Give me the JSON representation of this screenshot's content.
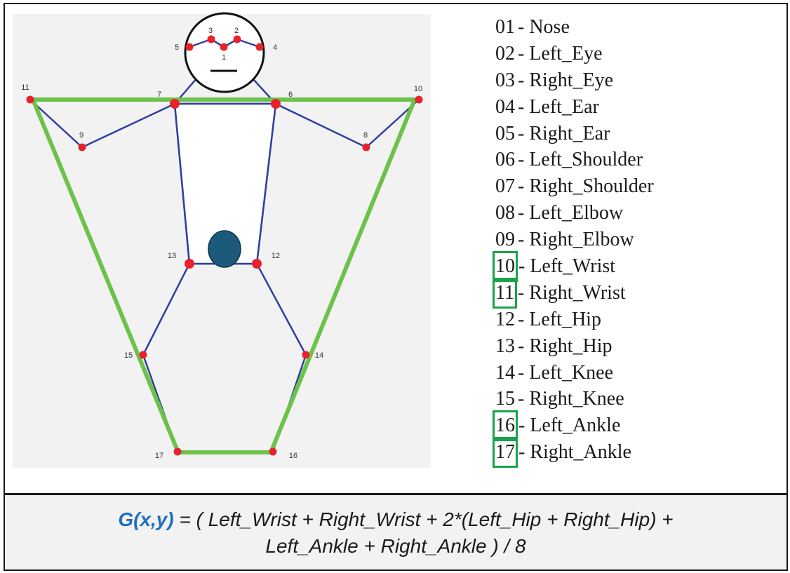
{
  "diagram": {
    "keypoints": [
      {
        "id": "1"
      },
      {
        "id": "2"
      },
      {
        "id": "3"
      },
      {
        "id": "4"
      },
      {
        "id": "5"
      },
      {
        "id": "6"
      },
      {
        "id": "7"
      },
      {
        "id": "8"
      },
      {
        "id": "9"
      },
      {
        "id": "10"
      },
      {
        "id": "11"
      },
      {
        "id": "12"
      },
      {
        "id": "13"
      },
      {
        "id": "14"
      },
      {
        "id": "15"
      },
      {
        "id": "16"
      },
      {
        "id": "17"
      }
    ],
    "colors": {
      "bone": "#2f3f9e",
      "keypoint": "#e8222a",
      "polygon": "#6cc24a",
      "centroid": "#1b5a7a",
      "highlight": "#1aa34a"
    }
  },
  "legend": {
    "items": [
      {
        "num": "01",
        "label": "- Nose",
        "highlighted": false
      },
      {
        "num": "02",
        "label": "- Left_Eye",
        "highlighted": false
      },
      {
        "num": "03",
        "label": "- Right_Eye",
        "highlighted": false
      },
      {
        "num": "04",
        "label": "- Left_Ear",
        "highlighted": false
      },
      {
        "num": "05",
        "label": "- Right_Ear",
        "highlighted": false
      },
      {
        "num": "06",
        "label": "- Left_Shoulder",
        "highlighted": false
      },
      {
        "num": "07",
        "label": "- Right_Shoulder",
        "highlighted": false
      },
      {
        "num": "08",
        "label": "- Left_Elbow",
        "highlighted": false
      },
      {
        "num": "09",
        "label": "- Right_Elbow",
        "highlighted": false
      },
      {
        "num": "10",
        "label": "- Left_Wrist",
        "highlighted": true
      },
      {
        "num": "11",
        "label": "- Right_Wrist",
        "highlighted": true
      },
      {
        "num": "12",
        "label": "- Left_Hip",
        "highlighted": false
      },
      {
        "num": "13",
        "label": "- Right_Hip",
        "highlighted": false
      },
      {
        "num": "14",
        "label": "- Left_Knee",
        "highlighted": false
      },
      {
        "num": "15",
        "label": "- Right_Knee",
        "highlighted": false
      },
      {
        "num": "16",
        "label": "- Left_Ankle",
        "highlighted": true
      },
      {
        "num": "17",
        "label": "- Right_Ankle",
        "highlighted": true
      }
    ]
  },
  "formula": {
    "lhs": "G(x,y)",
    "line1": " = ( Left_Wrist + Right_Wrist + 2*(Left_Hip + Right_Hip) +",
    "line2": "Left_Ankle + Right_Ankle ) / 8"
  }
}
